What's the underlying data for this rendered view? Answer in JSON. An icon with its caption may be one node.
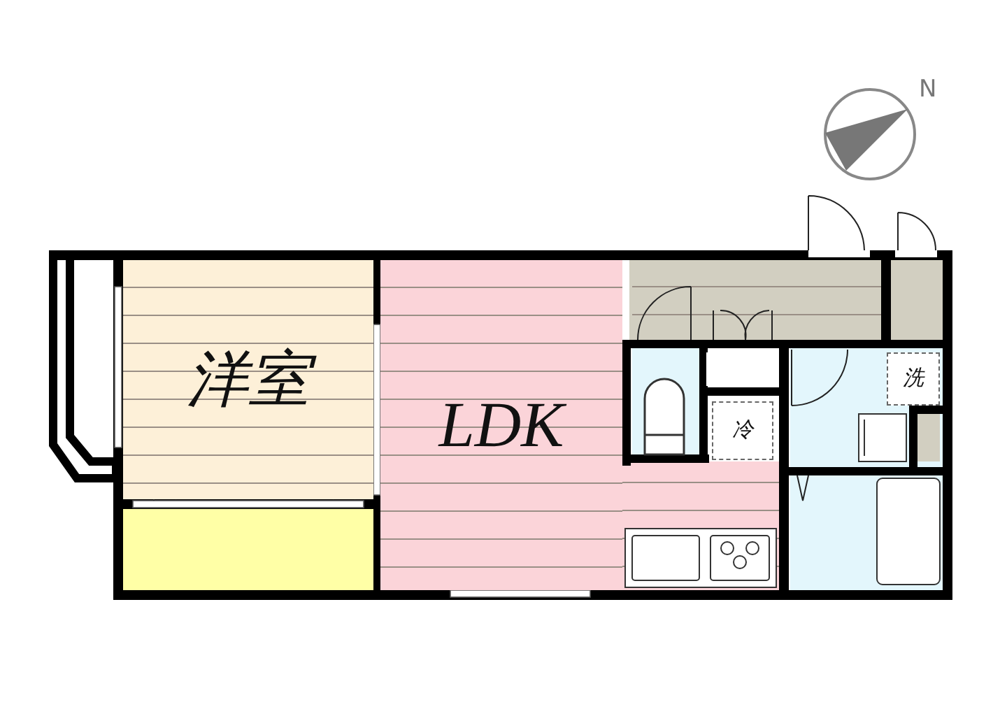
{
  "diagram": {
    "nodes": [
      {
        "text": [
          "洋室"
        ]
      },
      {
        "text": [
          "LDK"
        ]
      },
      {
        "text": [
          "冷"
        ]
      },
      {
        "text": [
          "洗"
        ]
      }
    ],
    "edges": [],
    "labels": [
      "N"
    ]
  }
}
